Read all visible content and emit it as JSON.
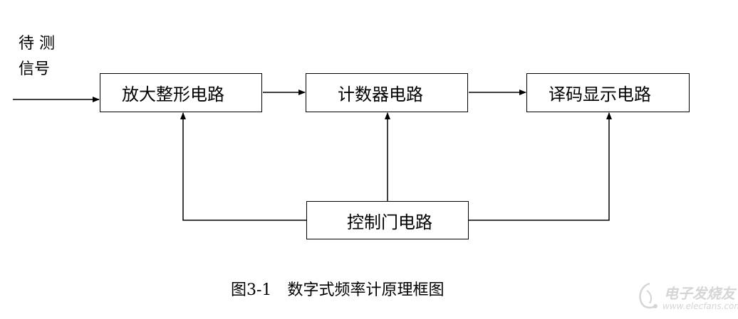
{
  "input_signal": {
    "line1": "待  测",
    "line2": "信号"
  },
  "blocks": {
    "amplifier": "放大整形电路",
    "counter": "计数器电路",
    "decoder_display": "译码显示电路",
    "control_gate": "控制门电路"
  },
  "caption": {
    "figure_number": "图3-1",
    "title": "数字式频率计原理框图"
  },
  "watermark": {
    "brand": "电子发烧友",
    "url": "www.elecfans.com"
  },
  "colors": {
    "line": "#000000",
    "background": "#ffffff"
  }
}
